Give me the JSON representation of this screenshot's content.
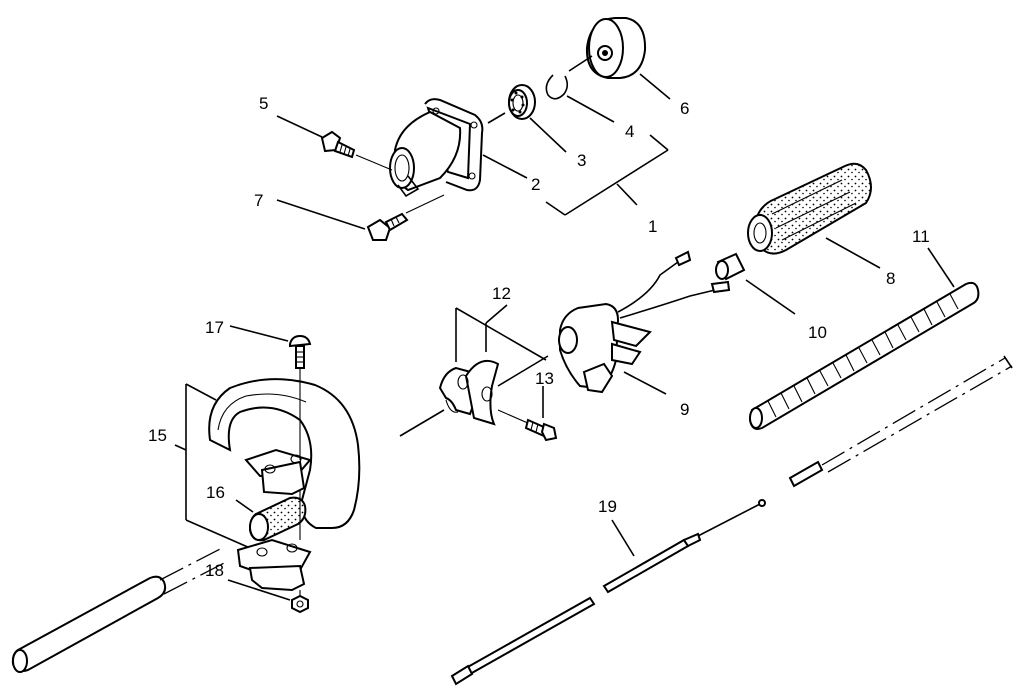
{
  "callouts": {
    "c1": "1",
    "c2": "2",
    "c3": "3",
    "c4": "4",
    "c5": "5",
    "c6": "6",
    "c7": "7",
    "c8": "8",
    "c9": "9",
    "c10": "10",
    "c11": "11",
    "c12": "12",
    "c13": "13",
    "c15": "15",
    "c16": "16",
    "c17": "17",
    "c18": "18",
    "c19": "19"
  }
}
